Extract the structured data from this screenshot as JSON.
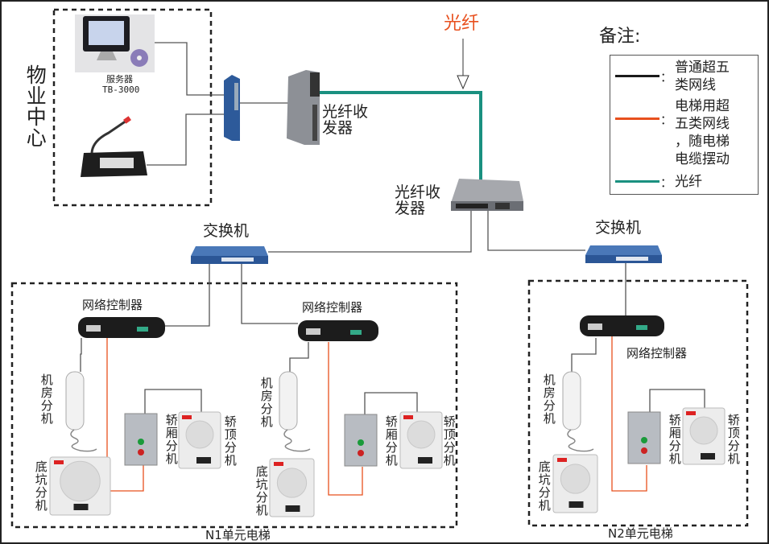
{
  "center": {
    "label": "物业中心",
    "server_label": "服务器",
    "server_model": "TB-3000"
  },
  "fiber_label": "光纤",
  "converter_label_1": [
    "光纤收",
    "发器"
  ],
  "converter_label_2": [
    "光纤收",
    "发器"
  ],
  "switch_label": "交换机",
  "controller_label": "网络控制器",
  "machine_room": "机房分机",
  "pit": "底坑分机",
  "car": "轿厢分机",
  "car_top": "轿顶分机",
  "zones": [
    "N1单元电梯",
    "N2单元电梯"
  ],
  "legend": {
    "title": "备注:",
    "items": [
      {
        "color": "#1a1a1a",
        "lines": [
          "普通超五",
          "类网线"
        ]
      },
      {
        "color": "#e8501e",
        "lines": [
          "电梯用超",
          "五类网线",
          "，随电梯",
          "电缆摆动"
        ]
      },
      {
        "color": "#1a9080",
        "lines": [
          "光纤"
        ]
      }
    ]
  },
  "colors": {
    "cat5": "#555555",
    "elevator_cable": "#e8501e",
    "fiber": "#1a9080",
    "fiber_label": "#e8501e"
  }
}
